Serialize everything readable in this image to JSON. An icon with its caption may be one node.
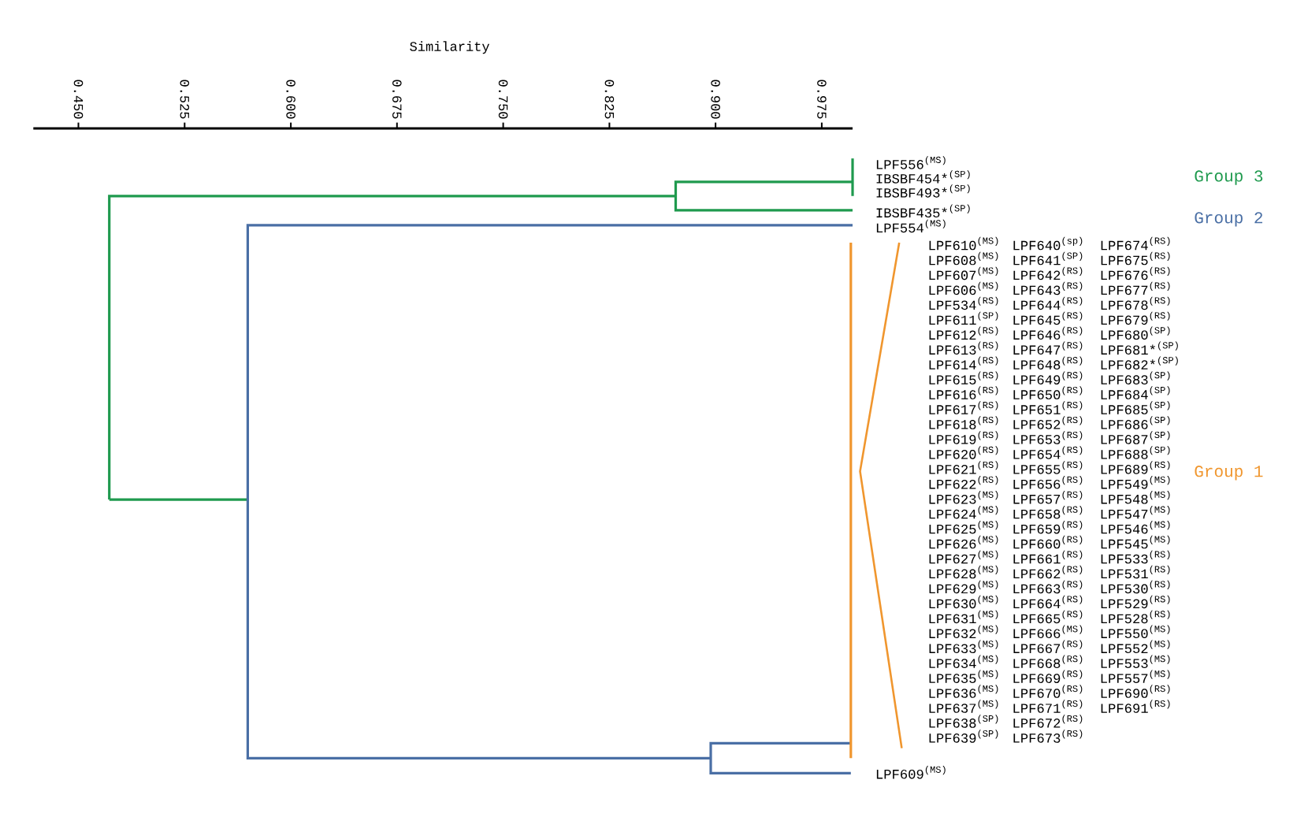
{
  "diagram": {
    "labels": [
      "Similarity",
      "0.450",
      "0.525",
      "0.600",
      "0.675",
      "0.750",
      "0.825",
      "0.900",
      "0.975",
      "LPF556$^{(MS)}$",
      "IBSBF454*$^{(SP)}$",
      "Group 3",
      "IBSBF493*$^{(SP)}$",
      "IBSBF435*$^{(SP)}$",
      "LPF554$^{(MS)}$",
      "Group 2",
      "LPF610$^{(MS)}$",
      "LPF640$^{(sp)}$",
      "LPF674$^{(RS)}$",
      "LPF608$^{(MS)}$",
      "LPF641$^{(SP)}$",
      "LPF675$^{(RS)}$",
      "LPF607$^{(MS)}$",
      "LPF642$^{(RS)}$",
      "LPF676$^{(RS)}$",
      "LPF606$^{(MS)}$",
      "LPF643$^{(RS)}$",
      "LPF677$^{(RS)}$",
      "LPF534$^{(RS)}$",
      "LPF644$^{(RS)}$",
      "LPF678$^{(RS)}$",
      "LPF611$^{(SP)}$",
      "LPF645$^{(RS)}$",
      "LPF679$^{(RS)}$",
      "LPF612$^{(RS)}$",
      "LPF646$^{(RS)}$",
      "LPF680$^{(SP)}$",
      "LPF613$^{(RS)}$",
      "LPF647$^{(RS)}$",
      "LPF681*$^{(SP)}$",
      "LPF614$^{(RS)}$",
      "LPF648$^{(RS)}$",
      "LPF682*$^{(SP)}$",
      "LPF615$^{(RS)}$",
      "LPF649$^{(RS)}$",
      "LPF683$^{(SP)}$",
      "LPF616$^{(RS)}$",
      "LPF650$^{(RS)}$",
      "LPF684$^{(SP)}$",
      "LPF617$^{(RS)}$",
      "LPF651$^{(RS)}$",
      "LPF685$^{(SP)}$",
      "LPF618$^{(RS)}$",
      "LPF652$^{(RS)}$",
      "LPF686$^{(SP)}$",
      "LPF619$^{(RS)}$",
      "LPF653$^{(RS)}$",
      "LPF687$^{(SP)}$",
      "LPF620$^{(RS)}$",
      "LPF654$^{(RS)}$",
      "LPF688$^{(SP)}$",
      "LPF621$^{(RS)}$",
      "LPF655$^{(RS)}$",
      "LPF689$^{(RS)}$",
      "Group 1",
      "LPF622$^{(RS)}$",
      "LPF656$^{(RS)}$",
      "LPF549$^{(MS)}$",
      "LPF623$^{(MS)}$",
      "LPF657$^{(RS)}$",
      "LPF548$^{(MS)}$",
      "LPF624$^{(MS)}$",
      "LPF658$^{(RS)}$",
      "LPF547$^{(MS)}$",
      "LPF625$^{(MS)}$",
      "LPF659$^{(RS)}$",
      "LPF546$^{(MS)}$",
      "LPF626$^{(MS)}$",
      "LPF660$^{(RS)}$",
      "LPF545$^{(MS)}$",
      "LPF627$^{(MS)}$",
      "LPF661$^{(RS)}$",
      "LPF533$^{(RS)}$",
      "LPF628$^{(MS)}$",
      "LPF662$^{(RS)}$",
      "LPF531$^{(RS)}$",
      "LPF629$^{(MS)}$",
      "LPF663$^{(RS)}$",
      "LPF530$^{(RS)}$",
      "LPF630$^{(MS)}$",
      "LPF664$^{(RS)}$",
      "LPF529$^{(RS)}$",
      "LPF631$^{(MS)}$",
      "LPF665$^{(RS)}$",
      "LPF528$^{(RS)}$",
      "LPF632$^{(MS)}$",
      "LPF666$^{(MS)}$",
      "LPF550$^{(MS)}$",
      "LPF633$^{(MS)}$",
      "LPF667$^{(RS)}$",
      "LPF552$^{(MS)}$",
      "LPF634$^{(MS)}$",
      "LPF668$^{(RS)}$",
      "LPF553$^{(MS)}$",
      "LPF635$^{(MS)}$",
      "LPF669$^{(RS)}$",
      "LPF557$^{(MS)}$",
      "LPF636$^{(MS)}$",
      "LPF670$^{(RS)}$",
      "LPF690$^{(RS)}$",
      "LPF637$^{(MS)}$",
      "LPF671$^{(RS)}$",
      "LPF691$^{(RS)}$",
      "LPF638$^{(SP)}$",
      "LPF672$^{(RS)}$",
      "LPF639$^{(SP)}$",
      "LPF673$^{(RS)}$",
      "LPF609$^{(MS)}$"
    ]
  }
}
